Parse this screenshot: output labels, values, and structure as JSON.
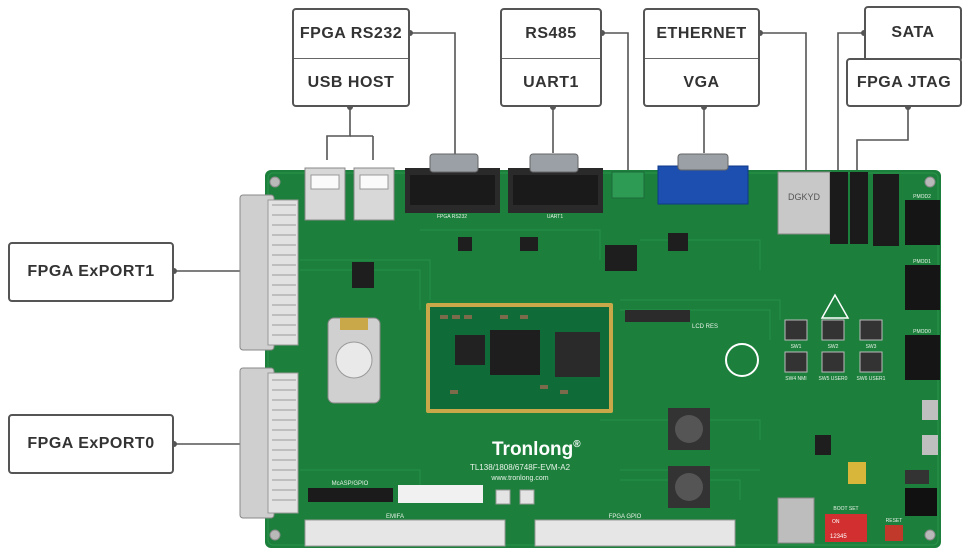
{
  "labels": {
    "fpga_rs232": "FPGA RS232",
    "usb_host": "USB HOST",
    "rs485": "RS485",
    "uart1": "UART1",
    "ethernet": "ETHERNET",
    "vga": "VGA",
    "sata": "SATA",
    "fpga_jtag": "FPGA JTAG",
    "fpga_export1": "FPGA ExPORT1",
    "fpga_export0": "FPGA ExPORT0"
  },
  "board": {
    "brand": "Tronlong",
    "brand_mark": "®",
    "model": "TL138/1808/6748F-EVM-A2",
    "url": "www.tronlong.com",
    "silk_emifa": "EMIFA",
    "silk_fpga_gpio": "FPGA GPIO",
    "silk_mcasp": "McASP/GPIO",
    "silk_lcd": "LCD RES",
    "silk_pmod2": "PMOD2",
    "silk_pmod1": "PMOD1",
    "silk_pmod0": "PMOD0",
    "silk_reset": "RESET",
    "silk_boot": "BOOT SET",
    "silk_uart": "UART1",
    "silk_fpga_rs232": "FPGA RS232",
    "dip_numbers": "12345",
    "dip_on": "ON",
    "eth_chip": "DGKYD",
    "button_labels": [
      "SW1",
      "SW2",
      "SW3",
      "SW4 NMI",
      "SW5 USER0",
      "SW6 USER1"
    ]
  },
  "colors": {
    "pcb": "#1c7f3c",
    "pcb_dark": "#146430",
    "som": "#0f6b38",
    "gold": "#c9a84a",
    "vga_blue": "#1d4fb0",
    "terminal_green": "#2e9b55",
    "dip_red": "#d23030"
  }
}
